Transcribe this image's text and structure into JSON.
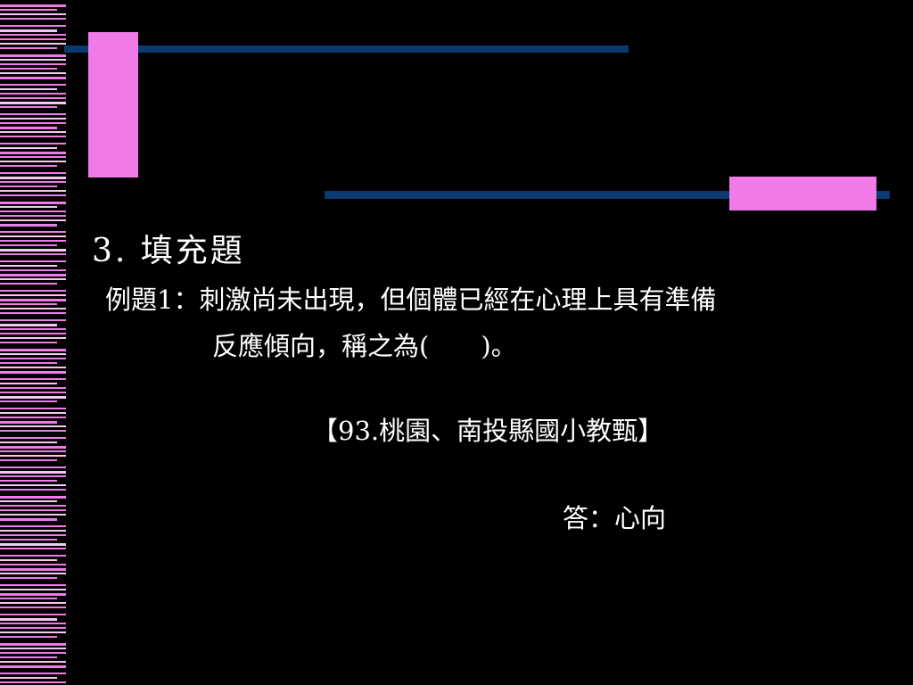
{
  "slide": {
    "heading": "3. 填充題",
    "question_line_1": "例題1：刺激尚未出現，但個體已經在心理上具有準備",
    "question_line_2": "反應傾向，稱之為(　　)。",
    "source": "【93.桃園、南投縣國小教甄】",
    "answer": "答：心向"
  },
  "colors": {
    "background": "#000000",
    "accent_pink": "#f07ae8",
    "accent_navy": "#0b3a70",
    "text": "#ffffff"
  }
}
